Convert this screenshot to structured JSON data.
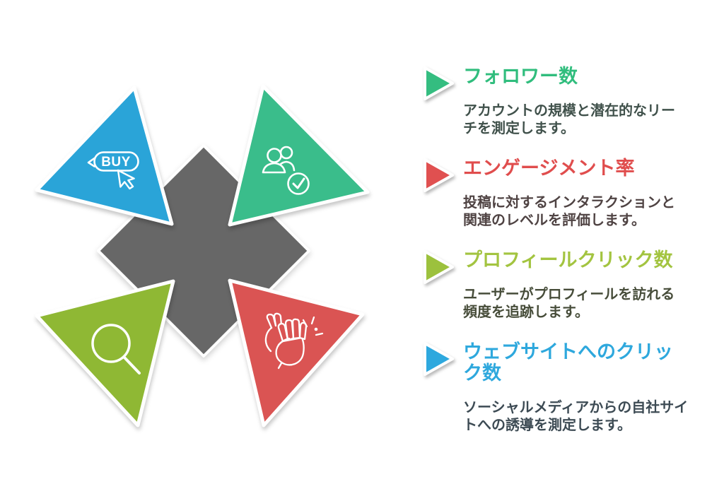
{
  "page": {
    "background": "#ffffff"
  },
  "diagram": {
    "center_color": "#676767",
    "triangles": [
      {
        "id": "website-clicks",
        "color": "#2aa4d8",
        "icon": "buy-cursor-icon",
        "label": "BUY"
      },
      {
        "id": "followers",
        "color": "#3abd8b",
        "icon": "members-check-icon"
      },
      {
        "id": "profile-clicks",
        "color": "#8fb834",
        "icon": "search-icon"
      },
      {
        "id": "engagement",
        "color": "#da5453",
        "icon": "clapping-hands-icon"
      }
    ]
  },
  "legend": {
    "items": [
      {
        "id": "followers",
        "arrow_color": "#34bd80",
        "title_color": "#30bd7d",
        "desc_color": "#40514b",
        "title_lines": [
          "フォロワー数"
        ],
        "desc_lines": [
          "アカウントの規模と潜在的なリー",
          "チを測定します。"
        ]
      },
      {
        "id": "engagement",
        "arrow_color": "#e05050",
        "title_color": "#e04d4d",
        "desc_color": "#4f4343",
        "title_lines": [
          "エンゲージメント率"
        ],
        "desc_lines": [
          "投稿に対するインタラクションと",
          "関連のレベルを評価します。"
        ]
      },
      {
        "id": "profile-clicks",
        "arrow_color": "#9cc13d",
        "title_color": "#a3c440",
        "desc_color": "#474d3a",
        "title_lines": [
          "プロフィールクリック数"
        ],
        "desc_lines": [
          "ユーザーがプロフィールを訪れる",
          "頻度を追跡します。"
        ]
      },
      {
        "id": "website-clicks",
        "arrow_color": "#2da8de",
        "title_color": "#2ea8dd",
        "desc_color": "#3d4b54",
        "title_lines": [
          "ウェブサイトへのクリッ",
          "ク数"
        ],
        "desc_lines": [
          "ソーシャルメディアからの自社サイ",
          "トへの誘導を測定します。"
        ]
      }
    ]
  }
}
